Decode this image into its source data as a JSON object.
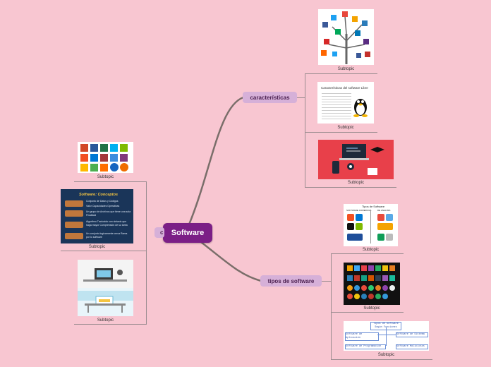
{
  "central": {
    "label": "Software"
  },
  "topics": {
    "caracteristicas": "características",
    "tipos": "tipos de software",
    "left_partial": "c"
  },
  "subtopic_label": "Subtopic",
  "images": {
    "linux": {
      "title": "Características del software Libre"
    },
    "concepts": {
      "title": "Software: Conceptos",
      "items": [
        "Conjunto de Datos y Códigos",
        "Valor  Capacidades Operativas",
        "Un grupo de Archivos que tiene una sola Finalidad",
        "Algoritmo Traducido con sintaxis que haga mayor Comprensión de su tarea",
        "Un conjunto logicamente cerca Rama por lo software"
      ]
    },
    "types_img": {
      "title": "Tipos de Software",
      "col1": "SOFTWARE COMERCIAL",
      "col2": "DE ANALISIS"
    },
    "diagram": {
      "root": "Tipos de Software\nSegún Funciones",
      "n1": "Software de Aplicación",
      "n2": "Software de Sistema",
      "n3": "Software de Programación",
      "n4": "Software Maliciosos"
    }
  }
}
